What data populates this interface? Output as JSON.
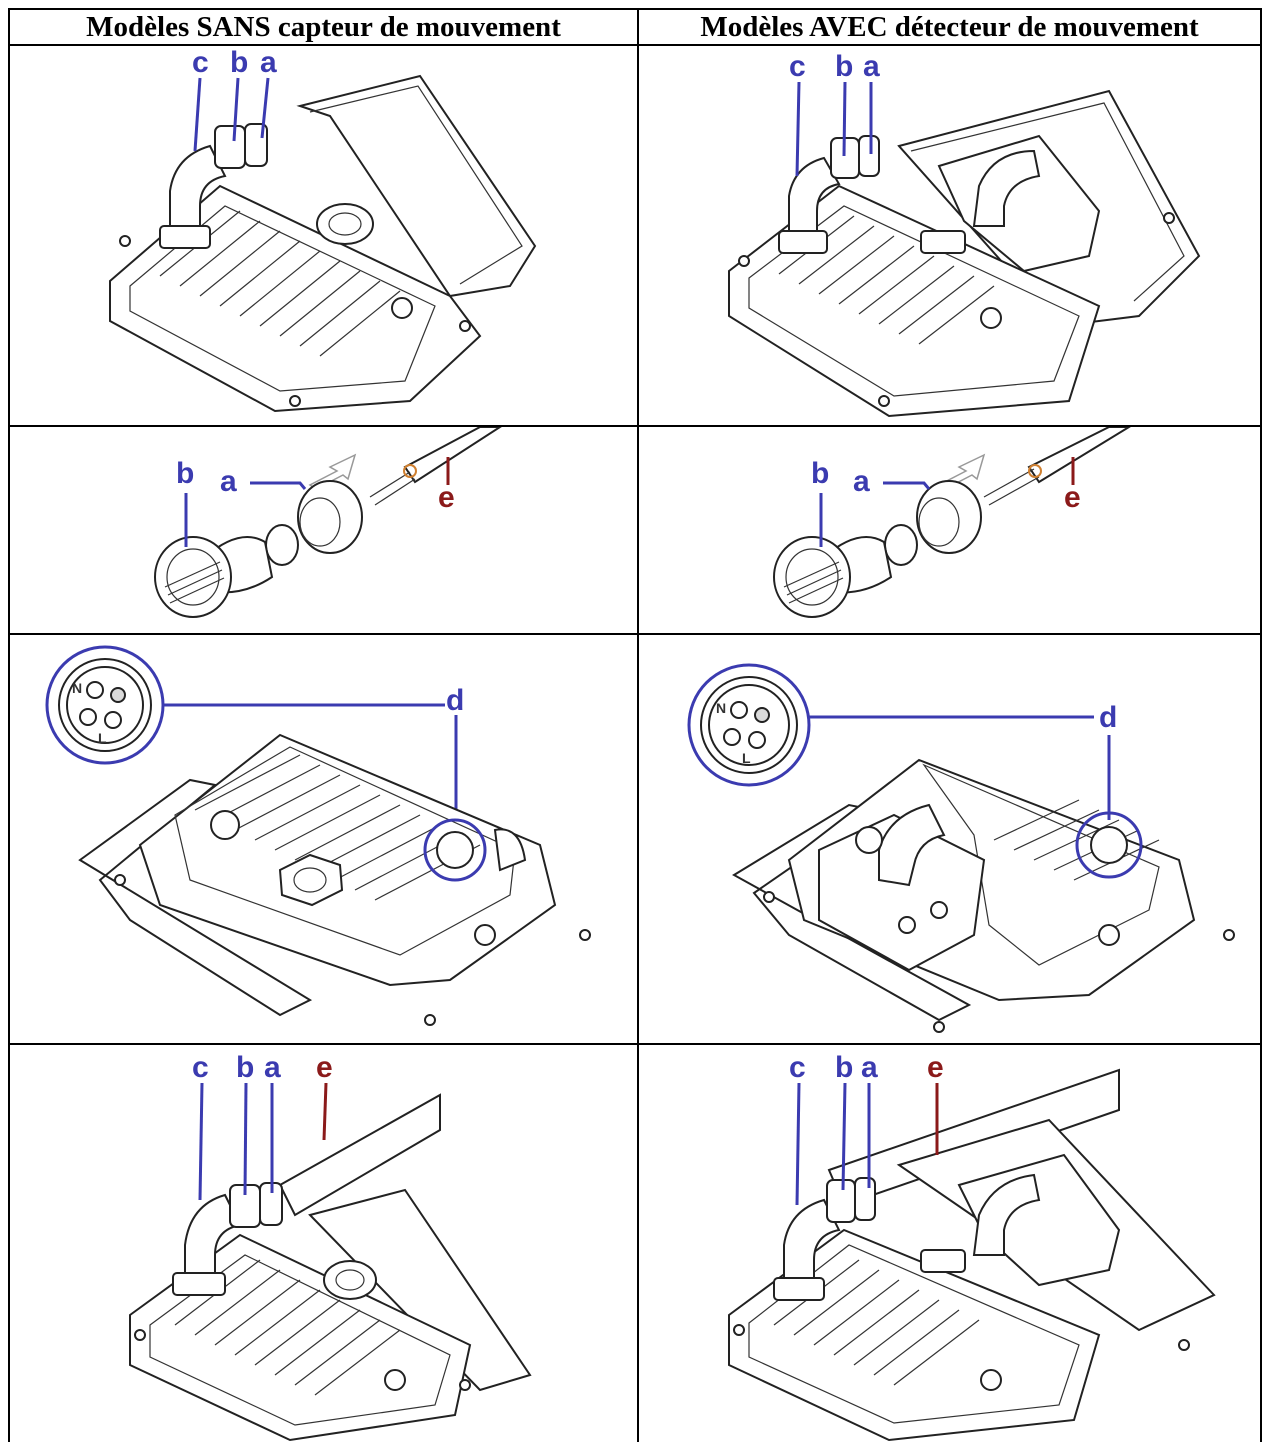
{
  "table": {
    "headers": [
      "Modèles SANS capteur de mouvement",
      "Modèles AVEC détecteur de mouvement"
    ]
  },
  "labels": {
    "a": "a",
    "b": "b",
    "c": "c",
    "d": "d",
    "e": "e"
  },
  "connector": {
    "n": "N",
    "l": "L"
  },
  "colors": {
    "label_blue": "#3b3bb0",
    "label_red": "#8b1a1a",
    "border": "#000000"
  }
}
